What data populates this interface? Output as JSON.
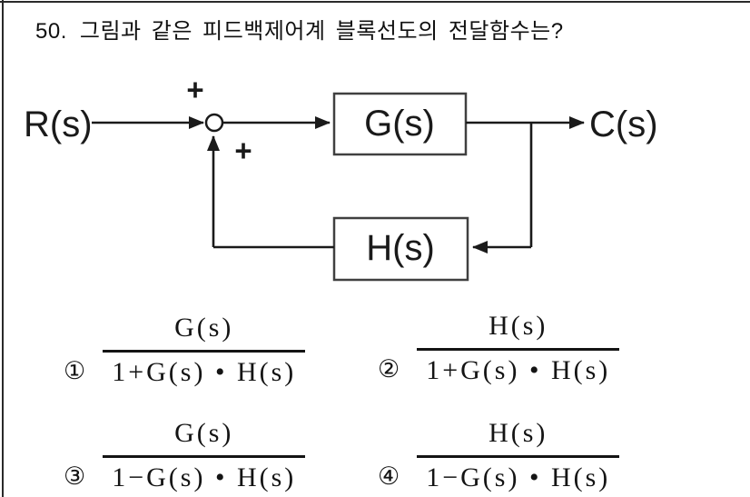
{
  "question": {
    "number": "50.",
    "text": "그림과 같은 피드백제어계 블록선도의 전달함수는?"
  },
  "diagram": {
    "input_label": "R(s)",
    "output_label": "C(s)",
    "forward_block_label": "G(s)",
    "feedback_block_label": "H(s)",
    "summing_sign_top": "+",
    "summing_sign_feedback": "+"
  },
  "options": [
    {
      "marker": "①",
      "numerator": "G(s)",
      "denominator": "1+G(s) • H(s)"
    },
    {
      "marker": "②",
      "numerator": "H(s)",
      "denominator": "1+G(s) • H(s)"
    },
    {
      "marker": "③",
      "numerator": "G(s)",
      "denominator": "1−G(s) • H(s)"
    },
    {
      "marker": "④",
      "numerator": "H(s)",
      "denominator": "1−G(s) • H(s)"
    }
  ],
  "colors": {
    "ink": "#1a1a1a",
    "page_background": "#ffffff",
    "cell_border": "#2a2a2a"
  }
}
